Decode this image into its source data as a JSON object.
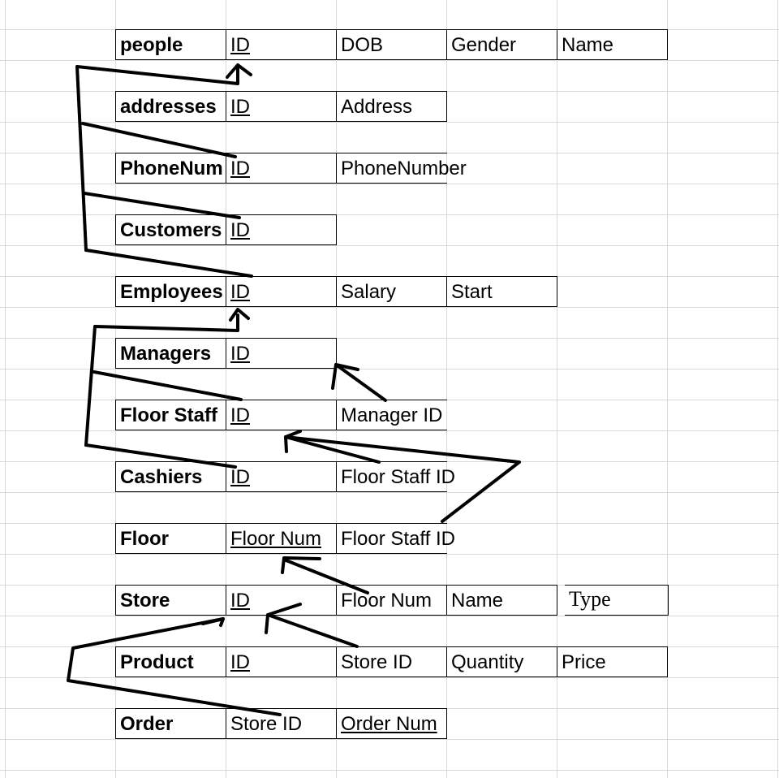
{
  "tables": [
    {
      "name": "people",
      "columns": [
        {
          "label": "ID",
          "key": true
        },
        {
          "label": "DOB"
        },
        {
          "label": "Gender"
        },
        {
          "label": "Name"
        }
      ]
    },
    {
      "name": "addresses",
      "columns": [
        {
          "label": "ID",
          "key": true
        },
        {
          "label": "Address"
        }
      ]
    },
    {
      "name": "PhoneNum",
      "columns": [
        {
          "label": "ID",
          "key": true
        },
        {
          "label": "PhoneNumber"
        }
      ]
    },
    {
      "name": "Customers",
      "columns": [
        {
          "label": "ID",
          "key": true
        }
      ]
    },
    {
      "name": "Employees",
      "columns": [
        {
          "label": "ID",
          "key": true
        },
        {
          "label": "Salary"
        },
        {
          "label": "Start"
        }
      ]
    },
    {
      "name": "Managers",
      "columns": [
        {
          "label": "ID",
          "key": true
        }
      ]
    },
    {
      "name": "Floor Staff",
      "columns": [
        {
          "label": "ID",
          "key": true
        },
        {
          "label": "Manager ID"
        }
      ]
    },
    {
      "name": "Cashiers",
      "columns": [
        {
          "label": "ID",
          "key": true
        },
        {
          "label": "Floor Staff ID"
        }
      ]
    },
    {
      "name": "Floor",
      "columns": [
        {
          "label": "Floor Num",
          "key": true
        },
        {
          "label": "Floor Staff ID"
        }
      ]
    },
    {
      "name": "Store",
      "columns": [
        {
          "label": "ID",
          "key": true
        },
        {
          "label": "Floor Num"
        },
        {
          "label": "Name"
        },
        {
          "label": "Type"
        }
      ]
    },
    {
      "name": "Product",
      "columns": [
        {
          "label": "ID",
          "key": true
        },
        {
          "label": "Store ID"
        },
        {
          "label": "Quantity"
        },
        {
          "label": "Price"
        }
      ]
    },
    {
      "name": "Order",
      "columns": [
        {
          "label": "Store ID"
        },
        {
          "label": "Order Num",
          "key": true
        }
      ]
    }
  ],
  "line_color": "#000000",
  "grid_color": "#d9d9d9"
}
